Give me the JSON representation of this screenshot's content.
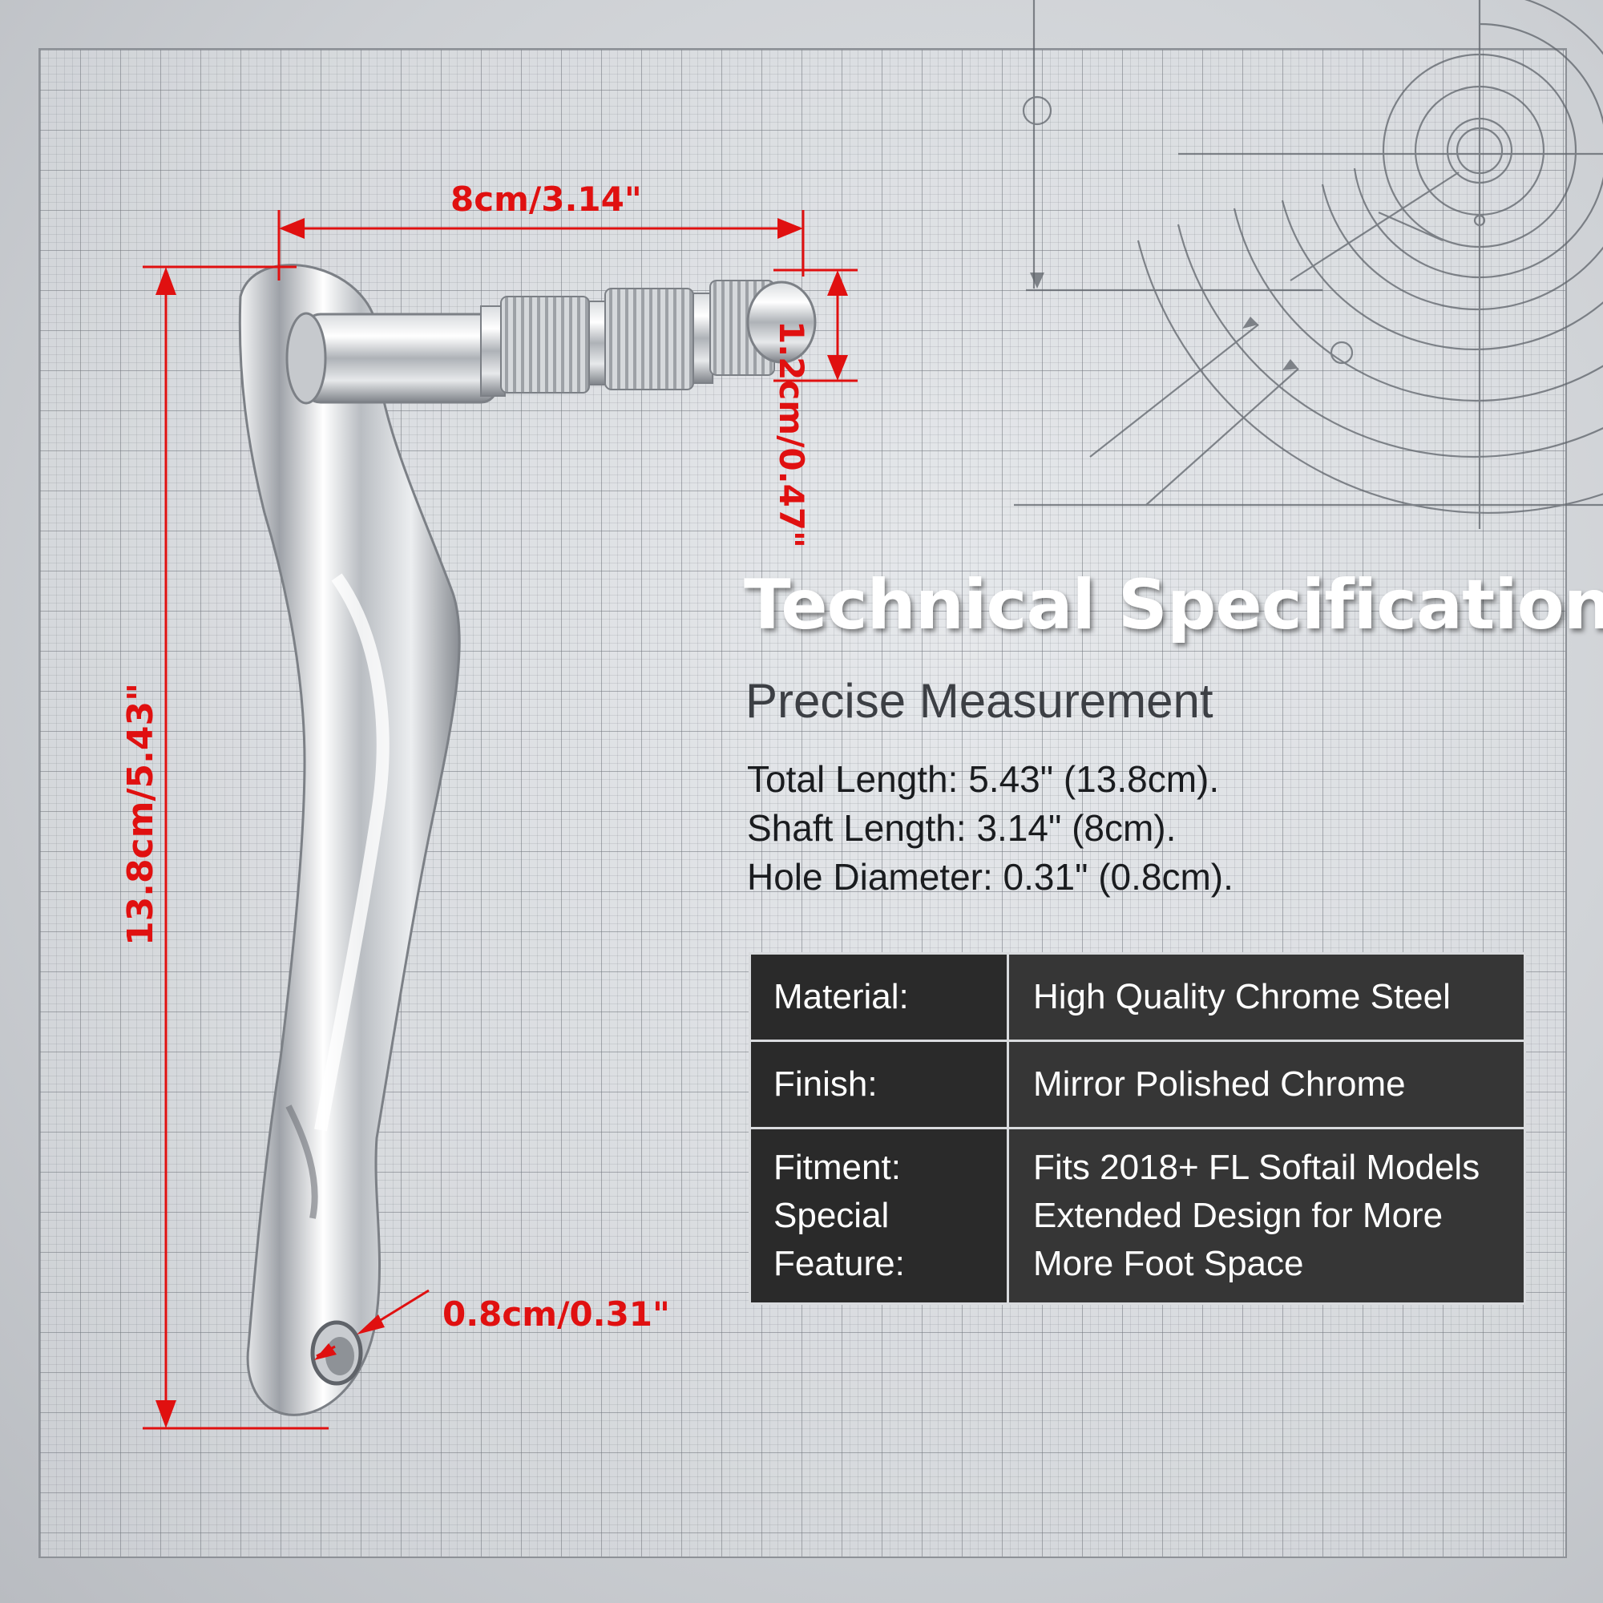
{
  "dimensions": {
    "shaft_length": "8cm/3.14\"",
    "shaft_diameter": "1.2cm/0.47\"",
    "total_length": "13.8cm/5.43\"",
    "hole_diameter": "0.8cm/0.31\""
  },
  "specs": {
    "title": "Technical Specifications",
    "subtitle": "Precise Measurement",
    "lines": [
      "Total Length: 5.43\" (13.8cm).",
      "Shaft Length: 3.14\" (8cm).",
      "Hole Diameter: 0.31\" (0.8cm)."
    ],
    "table": [
      {
        "keys": [
          "Material:"
        ],
        "values": [
          "High Quality Chrome Steel"
        ]
      },
      {
        "keys": [
          "Finish:"
        ],
        "values": [
          "Mirror Polished Chrome"
        ]
      },
      {
        "keys": [
          "Fitment:",
          "Special",
          "Feature:"
        ],
        "values": [
          "Fits 2018+ FL Softail Models",
          "Extended Design for More",
          "More Foot Space"
        ]
      }
    ]
  },
  "colors": {
    "dimension_red": "#e01010",
    "table_dark": "#2a2a2a",
    "title_white": "#ffffff"
  }
}
